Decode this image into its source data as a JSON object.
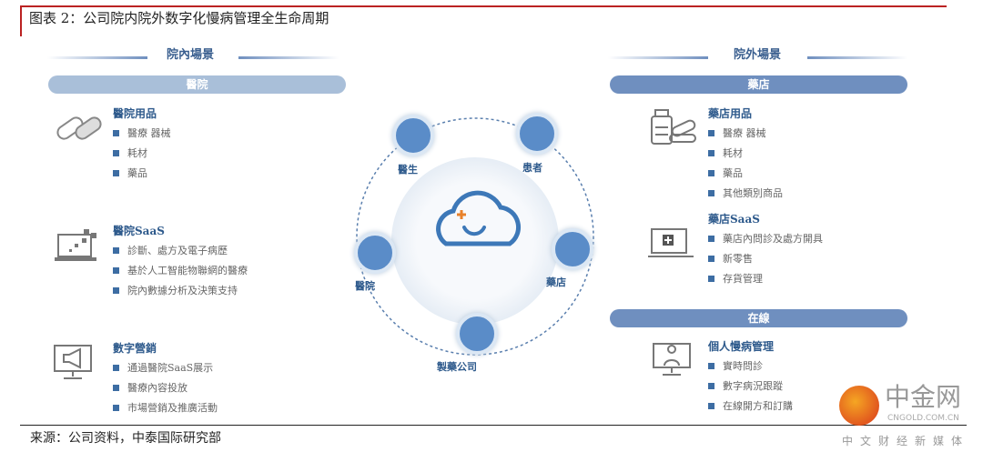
{
  "title": "图表 2：公司院内院外数字化慢病管理全生命周期",
  "source": "来源：公司资料，中泰国际研究部",
  "left": {
    "scene": "院內場景",
    "pill": "醫院",
    "sections": [
      {
        "heading": "醫院用品",
        "items": [
          "醫療 器械",
          "耗材",
          "藥品"
        ]
      },
      {
        "heading": "醫院SaaS",
        "items": [
          "診斷、處方及電子病歷",
          "基於人工智能物聯網的醫療",
          "院內數據分析及決策支持"
        ]
      },
      {
        "heading": "數字營銷",
        "items": [
          "通過醫院SaaS展示",
          "醫療內容投放",
          "市場營銷及推廣活動"
        ]
      }
    ]
  },
  "right": {
    "scene": "院外場景",
    "pill": "藥店",
    "pill2": "在線",
    "sections": [
      {
        "heading": "藥店用品",
        "items": [
          "醫療 器械",
          "耗材",
          "藥品",
          "其他類別商品"
        ]
      },
      {
        "heading": "藥店SaaS",
        "items": [
          "藥店內問診及處方開具",
          "新零售",
          "存貨管理"
        ]
      },
      {
        "heading": "個人慢病管理",
        "items": [
          "實時問診",
          "數字病況跟蹤",
          "在線開方和訂購"
        ]
      }
    ]
  },
  "center": {
    "nodes": [
      "醫生",
      "患者",
      "醫院",
      "藥店",
      "製藥公司"
    ]
  },
  "watermark": {
    "name": "中金网",
    "url": "CNGOLD.COM.CN",
    "tagline": "中文财经新媒体"
  },
  "colors": {
    "accent": "#b22222",
    "pill_light": "#a9bfd9",
    "pill_dark": "#6f8fbf",
    "bullet": "#3d6da3"
  }
}
